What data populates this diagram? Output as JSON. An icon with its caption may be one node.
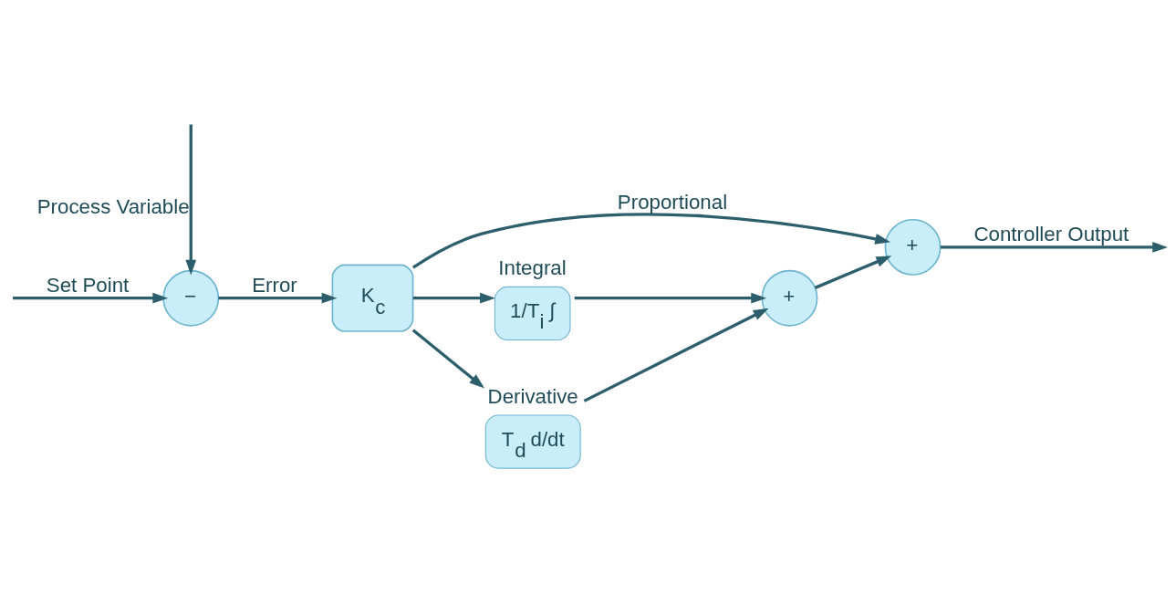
{
  "diagram": {
    "nodes": [
      {
        "text": [
          "−"
        ]
      },
      {
        "text": [
          "K$_{c}$"
        ]
      },
      {
        "text": [
          "+"
        ]
      },
      {
        "text": [
          "1/T$_{i}$ ∫"
        ],
        "beside": [
          "Integral"
        ]
      },
      {
        "text": [
          "+"
        ]
      },
      {
        "text": [
          "T$_{d}$ d/dt"
        ],
        "beside": [
          "Derivative"
        ]
      }
    ],
    "edges": [
      {
        "from": null,
        "to": 0,
        "arrow": "to",
        "label": "Set Point"
      },
      {
        "from": null,
        "to": 0,
        "arrow": "to",
        "label": "Process Variable"
      },
      {
        "from": 0,
        "to": 1,
        "arrow": "to",
        "label": "Error"
      },
      {
        "from": 1,
        "to": 2,
        "arrow": "to",
        "label": "Proportional"
      },
      {
        "from": 1,
        "to": 3,
        "arrow": "to"
      },
      {
        "from": 1,
        "to": 5,
        "arrow": "to"
      },
      {
        "from": 3,
        "to": 4,
        "arrow": "to"
      },
      {
        "from": 5,
        "to": 4,
        "arrow": "to"
      },
      {
        "from": 4,
        "to": 2,
        "arrow": "to"
      },
      {
        "from": 2,
        "to": null,
        "arrow": "to",
        "label": "Controller Output"
      }
    ]
  }
}
